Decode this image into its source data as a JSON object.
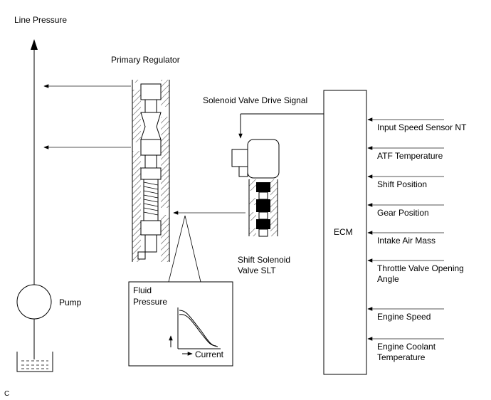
{
  "labels": {
    "line_pressure": "Line Pressure",
    "primary_regulator": "Primary Regulator",
    "solenoid_valve_drive_signal": "Solenoid Valve Drive Signal",
    "shift_solenoid_line1": "Shift Solenoid",
    "shift_solenoid_line2": "Valve SLT",
    "pump": "Pump",
    "ecm": "ECM",
    "fluid_pressure_line1": "Fluid",
    "fluid_pressure_line2": "Pressure",
    "current": "Current",
    "corner_mark": "C"
  },
  "ecm_inputs": [
    [
      "Input Speed Sensor NT"
    ],
    [
      "ATF Temperature"
    ],
    [
      "Shift Position"
    ],
    [
      "Gear Position"
    ],
    [
      "Intake Air Mass"
    ],
    [
      "Throttle Valve Opening",
      "Angle"
    ],
    [
      "Engine Speed"
    ],
    [
      "Engine Coolant",
      "Temperature"
    ]
  ],
  "colors": {
    "line": "#000000",
    "arrow_gray": "#666666",
    "hatch": "#555555"
  },
  "icons": {
    "arrow": "arrow-icon",
    "hatch": "hatched-body"
  }
}
